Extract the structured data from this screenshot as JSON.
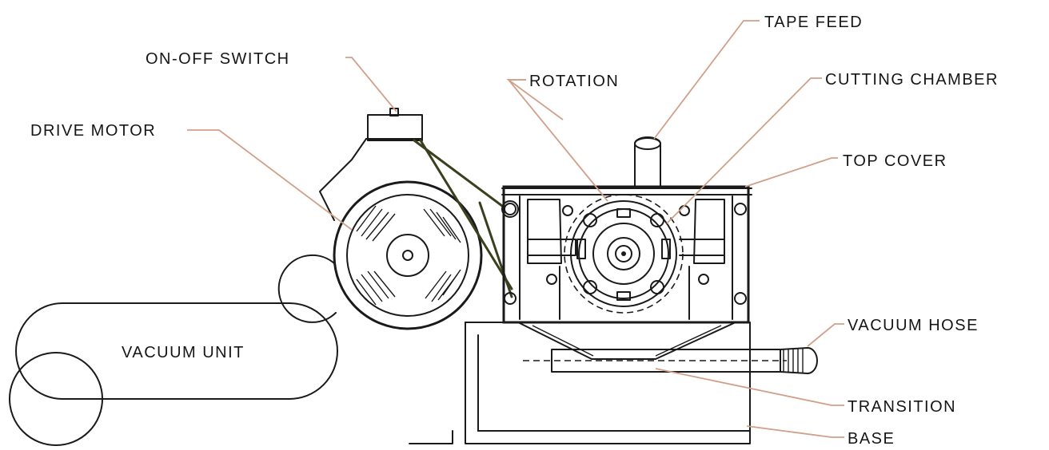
{
  "labels": {
    "tape_feed": "TAPE FEED",
    "on_off_switch": "ON-OFF SWITCH",
    "rotation": "ROTATION",
    "cutting_chamber": "CUTTING CHAMBER",
    "drive_motor": "DRIVE MOTOR",
    "top_cover": "TOP COVER",
    "vacuum_hose": "VACUUM HOSE",
    "vacuum_unit": "VACUUM UNIT",
    "transition": "TRANSITION",
    "base": "BASE"
  },
  "colors": {
    "leader_line": "#d0a08a",
    "ink": "#1a1a1a",
    "belt": "#3b3f1e",
    "background": "#ffffff"
  }
}
